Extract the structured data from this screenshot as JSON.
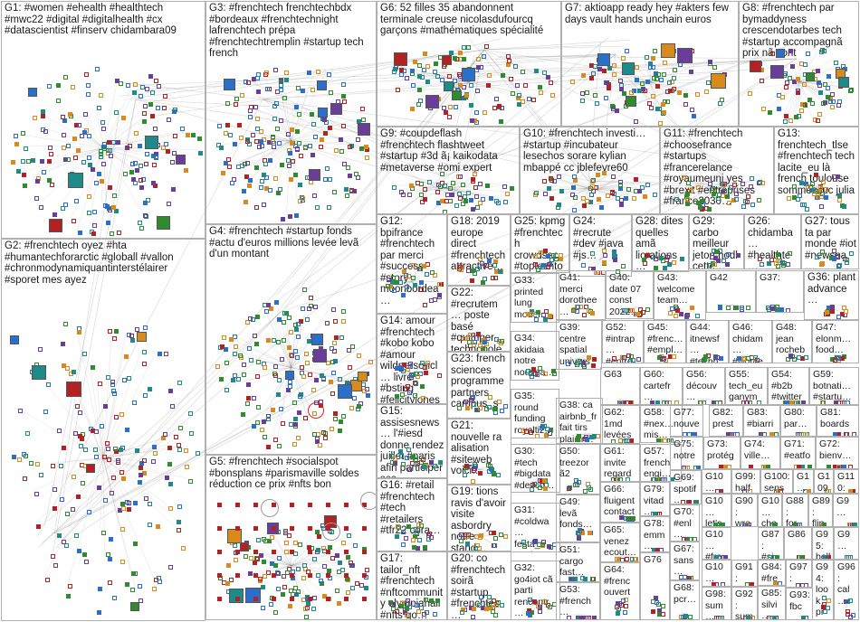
{
  "groups": [
    {
      "id": "G1",
      "label": "G1: #women #ehealth #healthtech #mwc22 #digital #digitalhealth #cx #datascientist #finserv chidambara09"
    },
    {
      "id": "G2",
      "label": "G2: #frenchtech oyez #hta #humantechforarctic #globall #vallon #chronmodynamiquantinterstélairer #sporet mes ayez"
    },
    {
      "id": "G3",
      "label": "G3: #frenchtech frenchtechbdx #bordeaux #frenchtechnight lafrenchtech prépa #frenchtechtremplin #startup tech french"
    },
    {
      "id": "G4",
      "label": "G4: #frenchtech #startup fonds #actu d'euros millions levée levã d'un montant"
    },
    {
      "id": "G5",
      "label": "G5: #frenchtech #socialspot #bonsplans #parismaville soldes réduction ce prix #nfts bon"
    },
    {
      "id": "G6",
      "label": "G6: 52 filles 35 abandonnent terminale creuse nicolasdufourcq garçons #mathématiques spécialité"
    },
    {
      "id": "G7",
      "label": "G7: aktioapp ready hey #akters few days vault hands unchain euros"
    },
    {
      "id": "G8",
      "label": "G8: #frenchtech par bymaddyness crescendotarbes tech #startup accompagnã prix nã sont"
    },
    {
      "id": "G9",
      "label": "G9: #coupdeflash #frenchtech flashtweet #startup #3d ã¡ kaikodata #metaverse #omi expert"
    },
    {
      "id": "G10",
      "label": "G10: #frenchtech investi… #startup #incubateur lesechos sorare kylian mbappé cc jblefevre60"
    },
    {
      "id": "G11",
      "label": "G11: #frenchtech #choosefrance #startups #francerelance #royaumeuni yes #brexit #entreprises #france2030…"
    },
    {
      "id": "G12",
      "label": "G12: bpifrance #frenchtech par merci #success #story moonbordea…"
    },
    {
      "id": "G13",
      "label": "G13: frenchtech_tlse #frenchtech tech lacite_eu là french toulouse sommes luc julia"
    },
    {
      "id": "G14",
      "label": "G14: amour #frenchtech #kobo kobo #amour wildpersoncl… livre #bsting #felicityjones…"
    },
    {
      "id": "G15",
      "label": "G15: assisesnews… l'#iesd donne rendez juillet #paris afin participer ses…"
    },
    {
      "id": "G16",
      "label": "G16: #retail #frenchtech #tech #retailers #tfr22 cora…"
    },
    {
      "id": "G17",
      "label": "G17: tailor_nft #frenchtech #nftcommunity olympiahall #nfts go…"
    },
    {
      "id": "G18",
      "label": "G18: 2019 europe direct #frenchtech attractive…"
    },
    {
      "id": "G19",
      "label": "G19: tions ravis d'avoir visite asbordry notre stand…"
    },
    {
      "id": "G20",
      "label": "G20: co #frenchtech soirã #startup #frenchtec…"
    },
    {
      "id": "G21",
      "label": "G21: nouvelle ra alisation #siteweb voici…"
    },
    {
      "id": "G22",
      "label": "G22: #recrutem… poste basé #quimper technopole…"
    },
    {
      "id": "G23",
      "label": "G23: french sciences programme partners campus_s…"
    },
    {
      "id": "G24",
      "label": "G24: #recrute #dev #java #js…"
    },
    {
      "id": "G25",
      "label": "G25: kpmg #frenchtech crowdsec #toptechto…"
    },
    {
      "id": "G26",
      "label": "G26: chidamba… #healthte… #datascie…"
    },
    {
      "id": "G27",
      "label": "G27: tous ta par monde #iot #newspa…"
    },
    {
      "id": "G28",
      "label": "G28: dites quelles amã liorations…"
    },
    {
      "id": "G29",
      "label": "G29: carbo meilleur jeton hodl cette…"
    },
    {
      "id": "G30",
      "label": "G30: #tech #bigdata #devco…"
    },
    {
      "id": "G31",
      "label": "G31: #coldwa… festa_u… market…"
    },
    {
      "id": "G32",
      "label": "G32: go4iot cã parti rencontr…"
    },
    {
      "id": "G33",
      "label": "G33: printed lung model…"
    },
    {
      "id": "G34",
      "label": "G34: akidaia notre nouvea…"
    },
    {
      "id": "G35",
      "label": "G35: round funding royaltiz…"
    },
    {
      "id": "G36",
      "label": "G36: plant advance…"
    },
    {
      "id": "G37",
      "label": "G37:"
    },
    {
      "id": "G38",
      "label": "G38: ca airbnb_fr fait tirs plaisir…"
    },
    {
      "id": "G39",
      "label": "G39: centre spatial univers…"
    },
    {
      "id": "G40",
      "label": "G40: date 07 const 2022…"
    },
    {
      "id": "G41",
      "label": "G41: merci dorothee…"
    },
    {
      "id": "G42",
      "label": "G42"
    },
    {
      "id": "G43",
      "label": "G43: welcome team…"
    },
    {
      "id": "G44",
      "label": "G44: itnewsf… #techn…"
    },
    {
      "id": "G45",
      "label": "G45: #frenc… #empl…"
    },
    {
      "id": "G46",
      "label": "G46: chidam… #wome…"
    },
    {
      "id": "G47",
      "label": "G47: elonm… food…"
    },
    {
      "id": "G48",
      "label": "G48: jean rocheb…"
    },
    {
      "id": "G49",
      "label": "G49: levã fonds…"
    },
    {
      "id": "G50",
      "label": "G50: treezor ã2"
    },
    {
      "id": "G51",
      "label": "G51: cargo fast…"
    },
    {
      "id": "G52",
      "label": "G52: #intrap… #entre…"
    },
    {
      "id": "G53",
      "label": "G53: #french… fabrica…"
    },
    {
      "id": "G54",
      "label": "G54: #b2b #twitter…"
    },
    {
      "id": "G55",
      "label": "G55: tech_eu ganym…"
    },
    {
      "id": "G56",
      "label": "G56: découv… kantre…"
    },
    {
      "id": "G57",
      "label": "G57: french engi… man…"
    },
    {
      "id": "G58",
      "label": "G58: #nex… mis…"
    },
    {
      "id": "G59",
      "label": "G59: botnati… #startu…"
    },
    {
      "id": "G60",
      "label": "G60: cartefr… l'occasi…"
    },
    {
      "id": "G61",
      "label": "G61: invite regard…"
    },
    {
      "id": "G62",
      "label": "G62: 1md levées"
    },
    {
      "id": "G63",
      "label": "G63"
    },
    {
      "id": "G64",
      "label": "G64: #frenc ouvert"
    },
    {
      "id": "G65",
      "label": "G65: venez ecout…"
    },
    {
      "id": "G66",
      "label": "G66: fluigent contact"
    },
    {
      "id": "G67",
      "label": "G67: sans…"
    },
    {
      "id": "G68",
      "label": "G68: pcr…"
    },
    {
      "id": "G69",
      "label": "G69: spotif…"
    },
    {
      "id": "G70",
      "label": "G70: #enl…"
    },
    {
      "id": "G71",
      "label": "G71: #eatfo…"
    },
    {
      "id": "G72",
      "label": "G72: bienv…"
    },
    {
      "id": "G73",
      "label": "G73: protég…"
    },
    {
      "id": "G74",
      "label": "G74: ville…"
    },
    {
      "id": "G75",
      "label": "G75: notre"
    },
    {
      "id": "G76",
      "label": "G76"
    },
    {
      "id": "G77",
      "label": "G77: nouve…"
    },
    {
      "id": "G78",
      "label": "G78: emm… volu…"
    },
    {
      "id": "G79",
      "label": "G79: vitad…"
    },
    {
      "id": "G80",
      "label": "G80: par…"
    },
    {
      "id": "G81",
      "label": "G81: boards"
    },
    {
      "id": "G82",
      "label": "G82: prest…"
    },
    {
      "id": "G83",
      "label": "G83: #biarri…"
    },
    {
      "id": "G84",
      "label": "G84: #fre…"
    },
    {
      "id": "G85",
      "label": "G85: silvi…"
    },
    {
      "id": "G86",
      "label": "G86"
    },
    {
      "id": "G87",
      "label": "G87: #si…"
    },
    {
      "id": "G88",
      "label": "G88: for…"
    },
    {
      "id": "G89",
      "label": "G89: flip…"
    },
    {
      "id": "G90",
      "label": "G90: wra…"
    },
    {
      "id": "G91",
      "label": "G91: notr…"
    },
    {
      "id": "G92",
      "label": "G92: sum…"
    },
    {
      "id": "G93",
      "label": "G93: fbc…"
    },
    {
      "id": "G94",
      "label": "G94: look pr…"
    },
    {
      "id": "G95",
      "label": "G95: bell…"
    },
    {
      "id": "G96",
      "label": "G96: cal…"
    },
    {
      "id": "G97",
      "label": "G97: nott…"
    },
    {
      "id": "G98",
      "label": "G98: sum…"
    },
    {
      "id": "G99",
      "label": "G99: half…"
    },
    {
      "id": "G100",
      "label": "G100: sens…"
    },
    {
      "id": "G101",
      "label": "G10…"
    },
    {
      "id": "G102",
      "label": "G10… #fre…"
    },
    {
      "id": "G103",
      "label": "G10… #fre…"
    },
    {
      "id": "G104",
      "label": "G10… let's…"
    },
    {
      "id": "G105",
      "label": "G10… che…"
    },
    {
      "id": "G106",
      "label": "G1…"
    },
    {
      "id": "G107",
      "label": "G9…"
    },
    {
      "id": "G108",
      "label": "G9…"
    },
    {
      "id": "G109",
      "label": "G109"
    },
    {
      "id": "G110",
      "label": "G110: lvmh"
    },
    {
      "id": "G111",
      "label": "G1…"
    },
    {
      "id": "G112",
      "label": "G9…"
    }
  ],
  "colors": {
    "border": "#b0b0b0",
    "edge": "#8a8a8a",
    "node_blue": "#2a6fc9",
    "node_green": "#2e8b2e",
    "node_red": "#b22222",
    "node_teal": "#1f8a8a",
    "node_purple": "#6a3d9a",
    "node_orange": "#d98a1c"
  }
}
